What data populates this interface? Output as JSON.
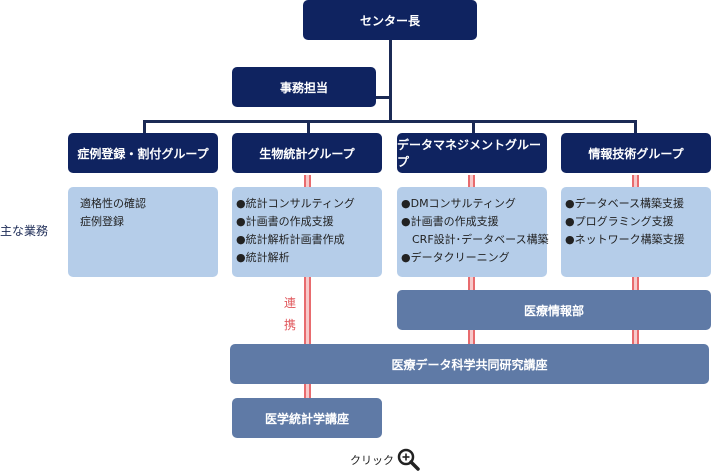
{
  "top": {
    "director": "センター長",
    "admin": "事務担当"
  },
  "groups": [
    {
      "name": "症例登録・割付グループ",
      "tasks": [
        "適格性の確認",
        "症例登録"
      ],
      "bulleted": false
    },
    {
      "name": "生物統計グループ",
      "tasks": [
        "●統計コンサルティング",
        "●計画書の作成支援",
        "●統計解析計画書作成",
        "●統計解析"
      ],
      "bulleted": true
    },
    {
      "name": "データマネジメントグループ",
      "tasks": [
        "●DMコンサルティング",
        "●計画書の作成支援",
        "　CRF設計･データベース構築",
        "●データクリーニング"
      ],
      "bulleted": true
    },
    {
      "name": "情報技術グループ",
      "tasks": [
        "●データベース構築支援",
        "●プログラミング支援",
        "●ネットワーク構築支援"
      ],
      "bulleted": true
    }
  ],
  "row_label": "主な業務",
  "collab_label": [
    "連",
    "携"
  ],
  "affiliates": {
    "med_info": "医療情報部",
    "joint_lab": "医療データ科学共同研究講座",
    "med_stats": "医学統計学講座"
  },
  "click": {
    "label": "クリック",
    "icon": "zoom-in-icon"
  },
  "colors": {
    "navy": "#0f2360",
    "steel": "#5f7aa6",
    "light": "#b5cde9",
    "link": "#e86b6e"
  }
}
